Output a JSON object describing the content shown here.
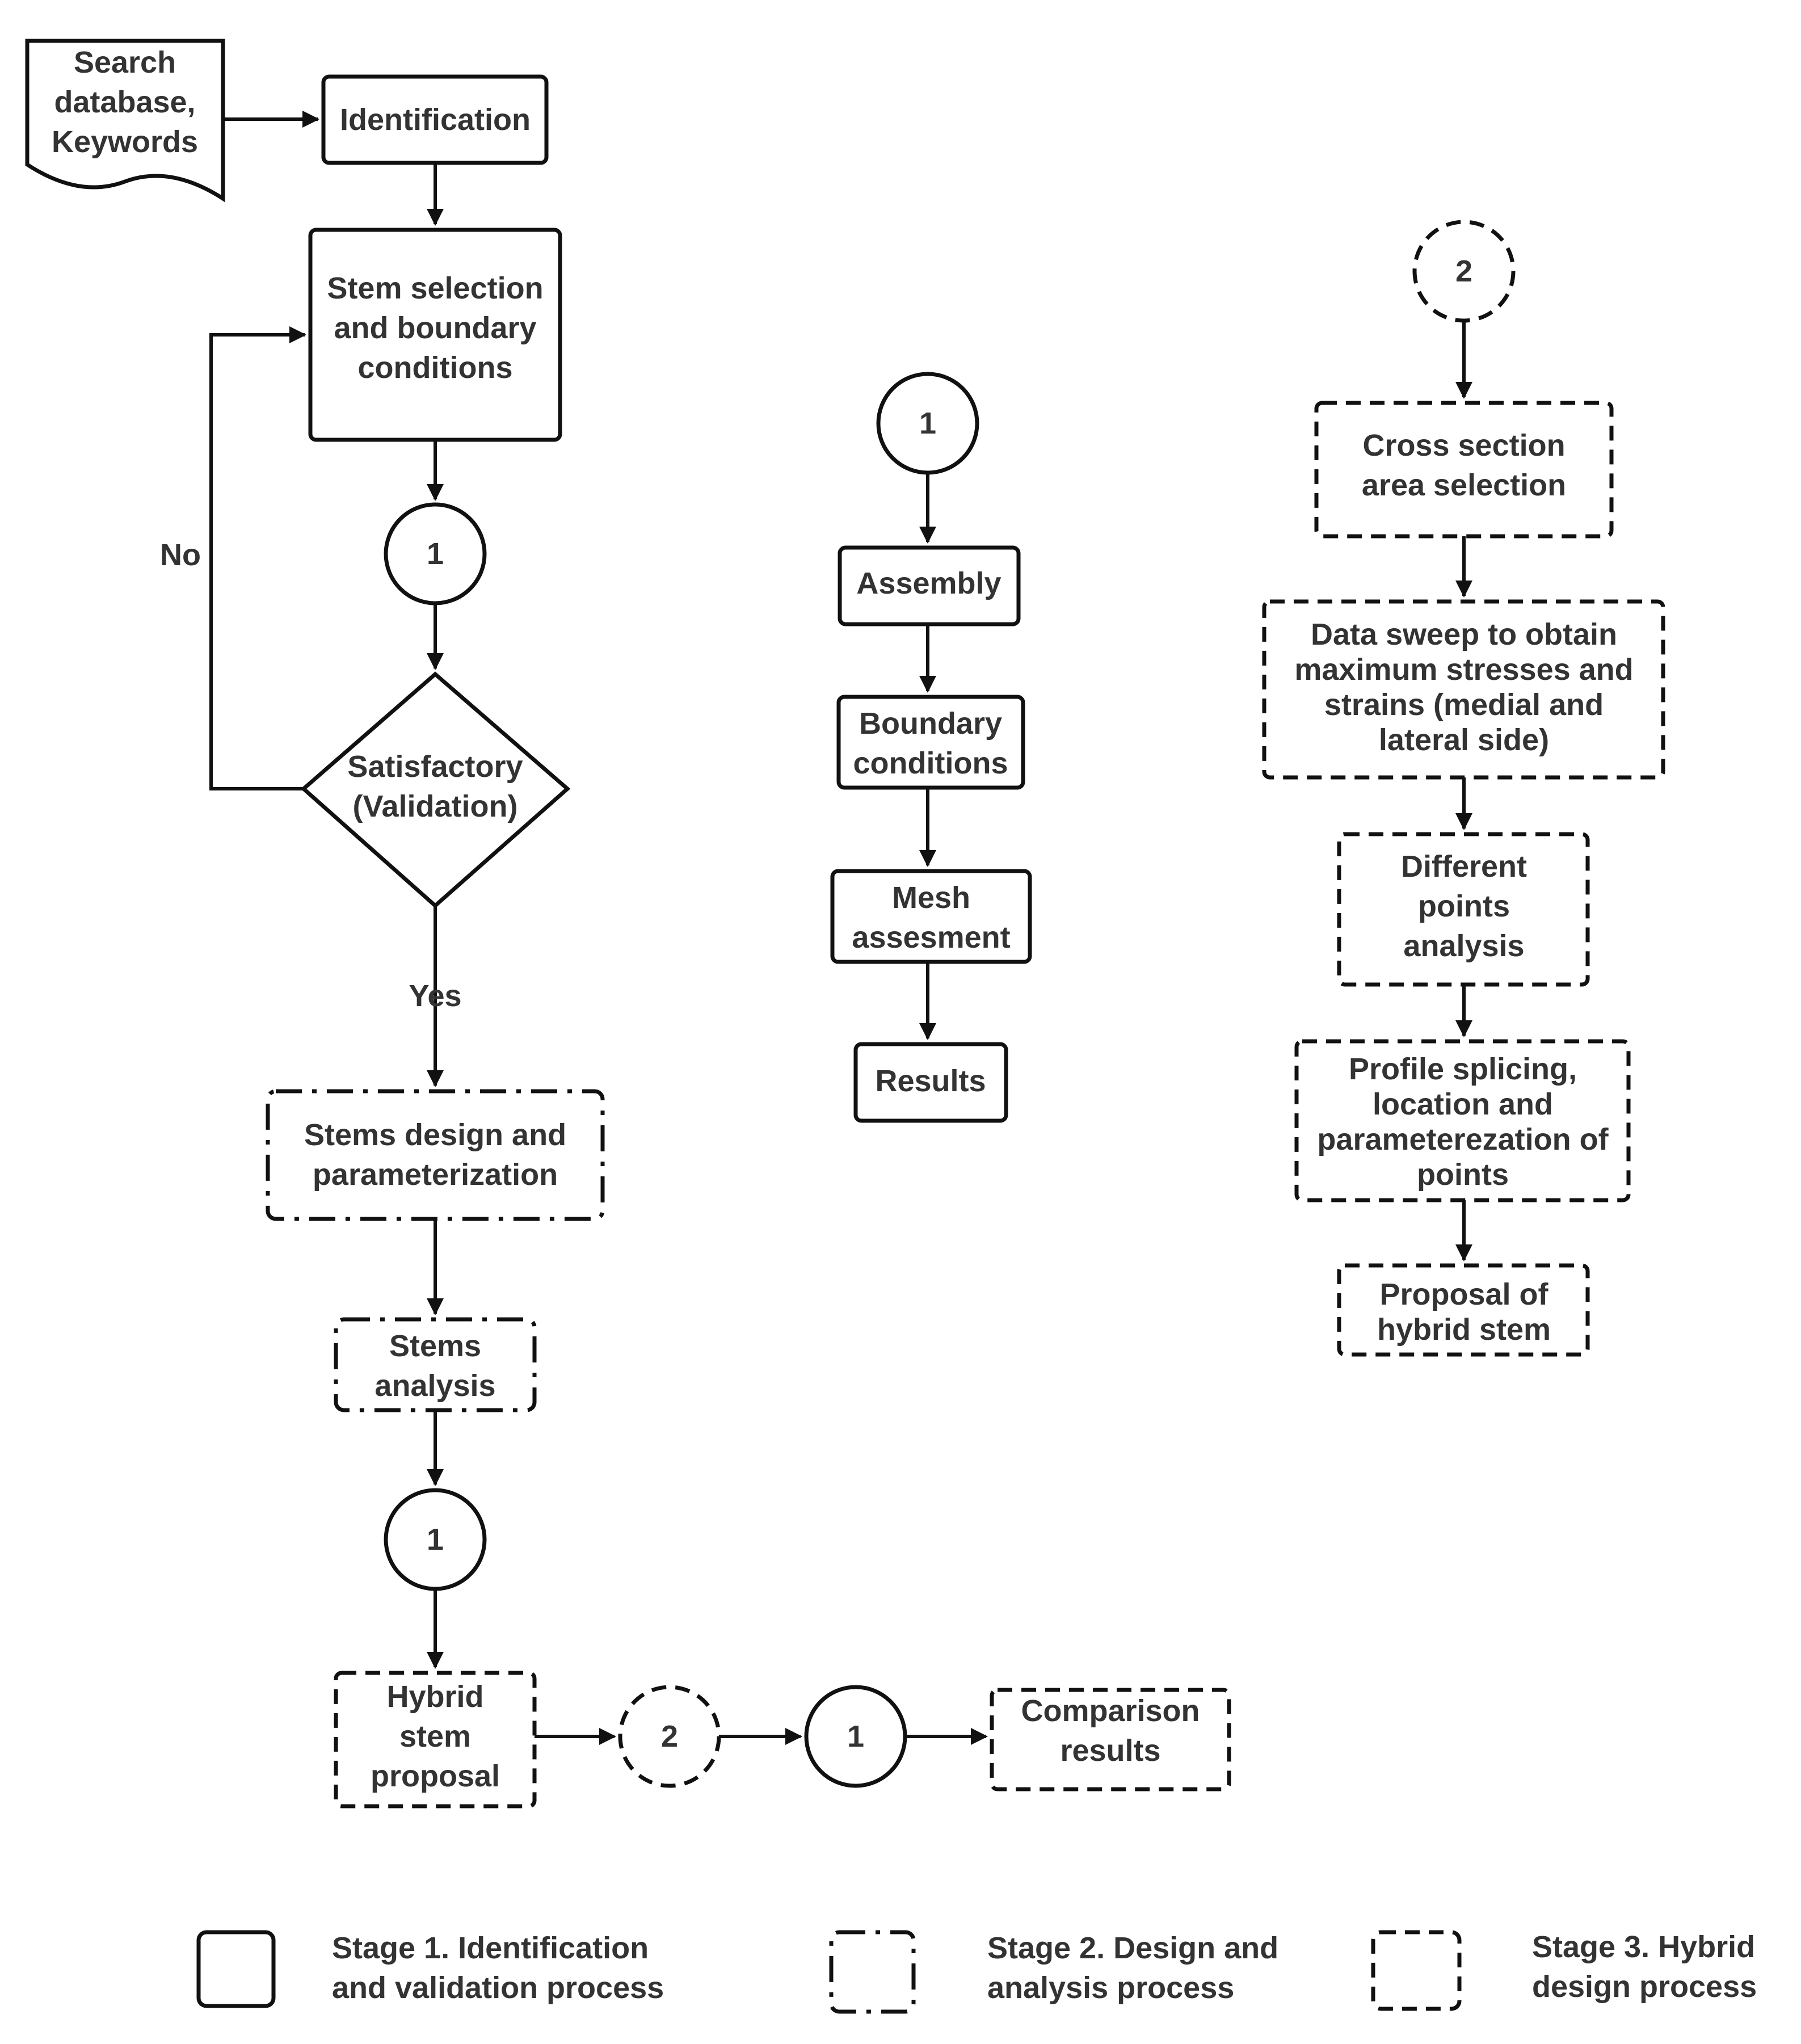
{
  "nodes": {
    "search": [
      "Search",
      "database,",
      "Keywords"
    ],
    "identification": [
      "Identification"
    ],
    "stem_selection": [
      "Stem selection",
      "and boundary",
      "conditions"
    ],
    "connector_1a": [
      "1"
    ],
    "decision": [
      "Satisfactory",
      "(Validation)"
    ],
    "no_label": [
      "No"
    ],
    "yes_label": [
      "Yes"
    ],
    "stems_design": [
      "Stems design and",
      "parameterization"
    ],
    "stems_analysis": [
      "Stems",
      "analysis"
    ],
    "connector_1b": [
      "1"
    ],
    "hybrid_proposal": [
      "Hybrid",
      "stem",
      "proposal"
    ],
    "connector_2a": [
      "2"
    ],
    "connector_1c": [
      "1"
    ],
    "comparison": [
      "Comparison",
      "results"
    ],
    "connector_1d": [
      "1"
    ],
    "assembly": [
      "Assembly"
    ],
    "boundary": [
      "Boundary",
      "conditions"
    ],
    "mesh": [
      "Mesh",
      "assesment"
    ],
    "results": [
      "Results"
    ],
    "connector_2b": [
      "2"
    ],
    "cross_section": [
      "Cross section",
      "area selection"
    ],
    "data_sweep": [
      "Data sweep to obtain",
      "maximum stresses and",
      "strains (medial and",
      "lateral side)"
    ],
    "different_points": [
      "Different",
      "points",
      "analysis"
    ],
    "profile_splicing": [
      "Profile splicing,",
      "location and",
      "parameterezation of",
      "points"
    ],
    "proposal_hybrid": [
      "Proposal of",
      "hybrid stem"
    ]
  },
  "legend": {
    "stage1": [
      "Stage 1. Identification",
      "and validation process"
    ],
    "stage2": [
      "Stage 2. Design and",
      "analysis process"
    ],
    "stage3": [
      "Stage 3. Hybrid",
      "design process"
    ]
  },
  "line_styles": {
    "stage1": "solid",
    "stage2": "dash-dot",
    "stage3": "dashed"
  }
}
